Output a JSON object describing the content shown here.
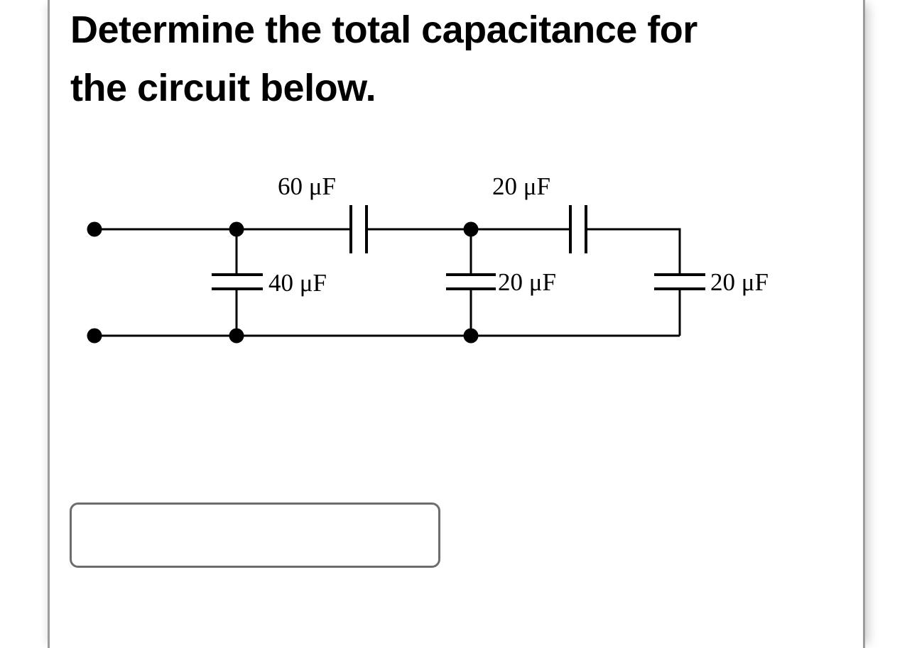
{
  "question": {
    "title_line1": "Determine the total capacitance for",
    "title_line2": "the circuit below."
  },
  "circuit": {
    "kind": "capacitor-network",
    "capacitors": [
      {
        "id": "C1",
        "label": "60 μF",
        "placement": "series-top-rail-left"
      },
      {
        "id": "C2",
        "label": "40 μF",
        "placement": "parallel-shunt-left"
      },
      {
        "id": "C3",
        "label": "20 μF",
        "placement": "series-top-rail-right"
      },
      {
        "id": "C4",
        "label": "20 μF",
        "placement": "parallel-shunt-middle"
      },
      {
        "id": "C5",
        "label": "20 μF",
        "placement": "parallel-shunt-right"
      }
    ],
    "junction_dot_count": 6
  },
  "answer": {
    "value": ""
  },
  "colors": {
    "wire": "#000000",
    "label_text": "#000000",
    "panel_border": "#9d9d9d",
    "answer_border": "#6d6d6d"
  }
}
